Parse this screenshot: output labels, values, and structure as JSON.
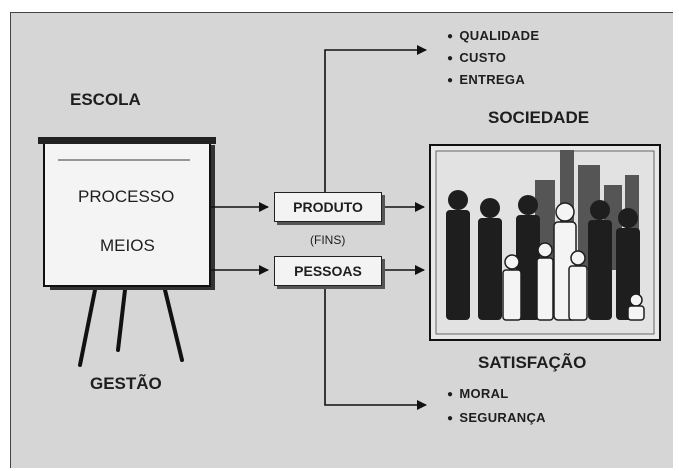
{
  "escola": "ESCOLA",
  "board": {
    "processo": "PROCESSO",
    "meios": "MEIOS"
  },
  "gestao": "GESTÃO",
  "boxes": {
    "produto": "PRODUTO",
    "pessoas": "PESSOAS"
  },
  "fins": "(FINS)",
  "sociedade": "SOCIEDADE",
  "satisfacao": "SATISFAÇÃO",
  "top_list": [
    "QUALIDADE",
    "CUSTO",
    "ENTREGA"
  ],
  "bottom_list": [
    "MORAL",
    "SEGURANÇA"
  ]
}
